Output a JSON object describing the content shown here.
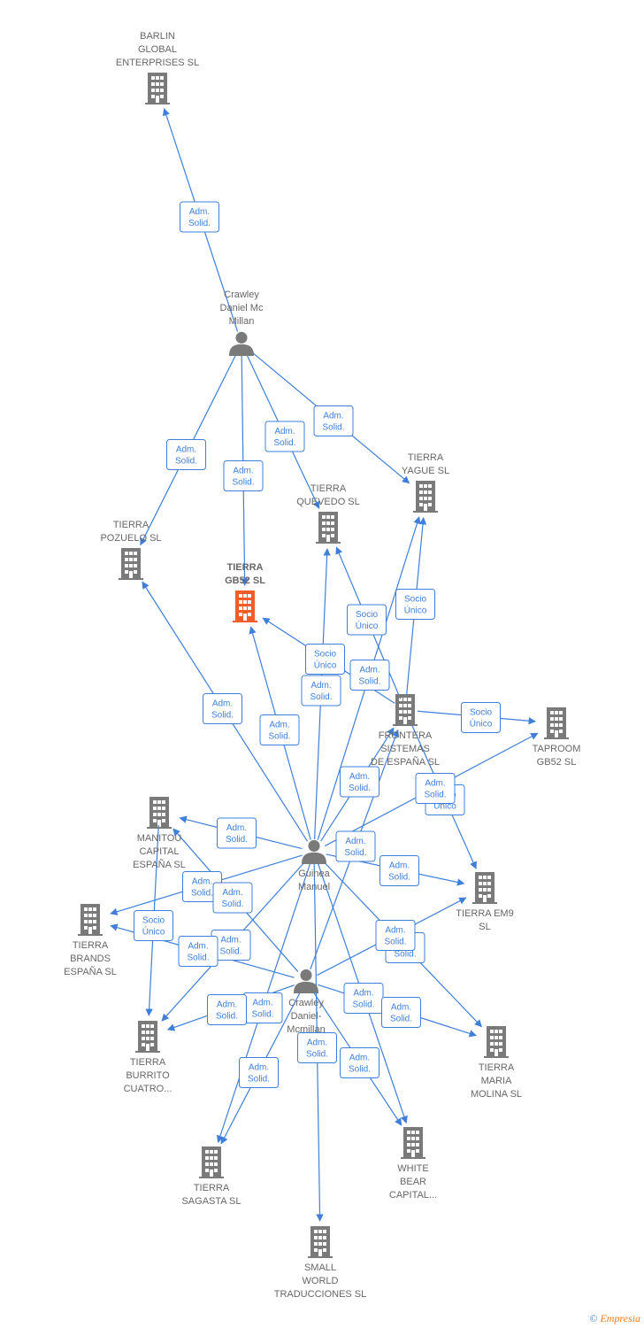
{
  "colors": {
    "edge": "#3f7fd9",
    "company": "#7a7a7a",
    "highlight": "#f25c2a",
    "person": "#7a7a7a"
  },
  "footer": {
    "copyright": "©",
    "brand": "Empresia"
  },
  "nodes": [
    {
      "id": "barlin",
      "type": "company",
      "label": [
        "BARLIN",
        "GLOBAL",
        "ENTERPRISES SL"
      ]
    },
    {
      "id": "crawley_mc",
      "type": "person",
      "label": [
        "Crawley",
        "Daniel Mc",
        "Millan"
      ]
    },
    {
      "id": "pozuelo",
      "type": "company",
      "label": [
        "TIERRA",
        "POZUELO SL"
      ]
    },
    {
      "id": "gb52",
      "type": "company",
      "highlight": true,
      "label": [
        "TIERRA",
        "GB52 SL"
      ]
    },
    {
      "id": "quevedo",
      "type": "company",
      "label": [
        "TIERRA",
        "QUEVEDO SL"
      ]
    },
    {
      "id": "yague",
      "type": "company",
      "label": [
        "TIERRA",
        "YAGUE SL"
      ]
    },
    {
      "id": "frontera",
      "type": "company",
      "label": [
        "FRONTERA",
        "SISTEMAS",
        "DE ESPAÑA SL"
      ]
    },
    {
      "id": "taproom",
      "type": "company",
      "label": [
        "TAPROOM",
        "GB52 SL"
      ]
    },
    {
      "id": "manitou",
      "type": "company",
      "label": [
        "MANITOU",
        "CAPITAL",
        "ESPAÑA SL"
      ]
    },
    {
      "id": "guinea",
      "type": "person",
      "label": [
        "Guinea",
        "Manuel"
      ]
    },
    {
      "id": "em9",
      "type": "company",
      "label": [
        "TIERRA EM9",
        "SL"
      ]
    },
    {
      "id": "brands",
      "type": "company",
      "label": [
        "TIERRA",
        "BRANDS",
        "ESPAÑA SL"
      ]
    },
    {
      "id": "crawley_dm",
      "type": "person",
      "label": [
        "Crawley",
        "Daniel-",
        "Mcmillan"
      ]
    },
    {
      "id": "burrito",
      "type": "company",
      "label": [
        "TIERRA",
        "BURRITO",
        "CUATRO..."
      ]
    },
    {
      "id": "maria",
      "type": "company",
      "label": [
        "TIERRA",
        "MARIA",
        "MOLINA SL"
      ]
    },
    {
      "id": "sagasta",
      "type": "company",
      "label": [
        "TIERRA",
        "SAGASTA SL"
      ]
    },
    {
      "id": "whitebear",
      "type": "company",
      "label": [
        "WHITE",
        "BEAR",
        "CAPITAL..."
      ]
    },
    {
      "id": "small",
      "type": "company",
      "label": [
        "SMALL",
        "WORLD",
        "TRADUCCIONES SL"
      ]
    }
  ],
  "edges": [
    {
      "from": "crawley_mc",
      "to": "barlin",
      "label": [
        "Adm.",
        "Solid."
      ]
    },
    {
      "from": "crawley_mc",
      "to": "pozuelo",
      "label": [
        "Adm.",
        "Solid."
      ]
    },
    {
      "from": "crawley_mc",
      "to": "gb52",
      "label": [
        "Adm.",
        "Solid."
      ]
    },
    {
      "from": "crawley_mc",
      "to": "quevedo",
      "label": [
        "Adm.",
        "Solid."
      ]
    },
    {
      "from": "crawley_mc",
      "to": "yague",
      "label": [
        "Adm.",
        "Solid."
      ]
    },
    {
      "from": "frontera",
      "to": "yague",
      "label": [
        "Socio",
        "Único"
      ]
    },
    {
      "from": "frontera",
      "to": "quevedo",
      "label": [
        "Socio",
        "Único"
      ]
    },
    {
      "from": "frontera",
      "to": "gb52",
      "label": [
        "Socio",
        "Único"
      ]
    },
    {
      "from": "frontera",
      "to": "taproom",
      "label": [
        "Socio",
        "Único"
      ]
    },
    {
      "from": "frontera",
      "to": "em9",
      "label": [
        "Socio",
        "Único"
      ]
    },
    {
      "from": "guinea",
      "to": "pozuelo",
      "label": [
        "Adm.",
        "Solid."
      ]
    },
    {
      "from": "guinea",
      "to": "gb52",
      "label": [
        "Adm.",
        "Solid."
      ]
    },
    {
      "from": "guinea",
      "to": "quevedo",
      "label": [
        "Adm.",
        "Solid."
      ]
    },
    {
      "from": "guinea",
      "to": "yague",
      "label": [
        "Adm.",
        "Solid."
      ]
    },
    {
      "from": "guinea",
      "to": "frontera",
      "label": [
        "Adm.",
        "Solid."
      ]
    },
    {
      "from": "guinea",
      "to": "taproom",
      "label": [
        "Adm.",
        "Solid."
      ]
    },
    {
      "from": "guinea",
      "to": "manitou",
      "label": [
        "Adm.",
        "Solid."
      ]
    },
    {
      "from": "guinea",
      "to": "brands",
      "label": [
        "Adm.",
        "Solid."
      ]
    },
    {
      "from": "guinea",
      "to": "em9",
      "label": [
        "Adm.",
        "Solid."
      ]
    },
    {
      "from": "guinea",
      "to": "burrito",
      "label": [
        "Adm.",
        "Solid."
      ]
    },
    {
      "from": "guinea",
      "to": "maria",
      "label": [
        "Adm.",
        "Solid."
      ]
    },
    {
      "from": "guinea",
      "to": "sagasta",
      "label": [
        "Adm.",
        "Solid."
      ]
    },
    {
      "from": "guinea",
      "to": "whitebear",
      "label": [
        "Adm.",
        "Solid."
      ]
    },
    {
      "from": "guinea",
      "to": "small",
      "label": [
        "Adm.",
        "Solid."
      ]
    },
    {
      "from": "manitou",
      "to": "burrito",
      "label": [
        "Socio",
        "Único"
      ]
    },
    {
      "from": "crawley_dm",
      "to": "manitou",
      "label": [
        "Adm.",
        "Solid."
      ]
    },
    {
      "from": "crawley_dm",
      "to": "brands",
      "label": [
        "Adm.",
        "Solid."
      ]
    },
    {
      "from": "crawley_dm",
      "to": "em9",
      "label": [
        "Adm.",
        "Solid."
      ]
    },
    {
      "from": "crawley_dm",
      "to": "frontera",
      "label": [
        "Adm.",
        "Solid."
      ]
    },
    {
      "from": "crawley_dm",
      "to": "burrito",
      "label": [
        "Adm.",
        "Solid."
      ]
    },
    {
      "from": "crawley_dm",
      "to": "maria",
      "label": [
        "Adm.",
        "Solid."
      ]
    },
    {
      "from": "crawley_dm",
      "to": "sagasta",
      "label": [
        "Adm.",
        "Solid."
      ]
    },
    {
      "from": "crawley_dm",
      "to": "whitebear",
      "label": [
        "Adm.",
        "Solid."
      ]
    }
  ]
}
